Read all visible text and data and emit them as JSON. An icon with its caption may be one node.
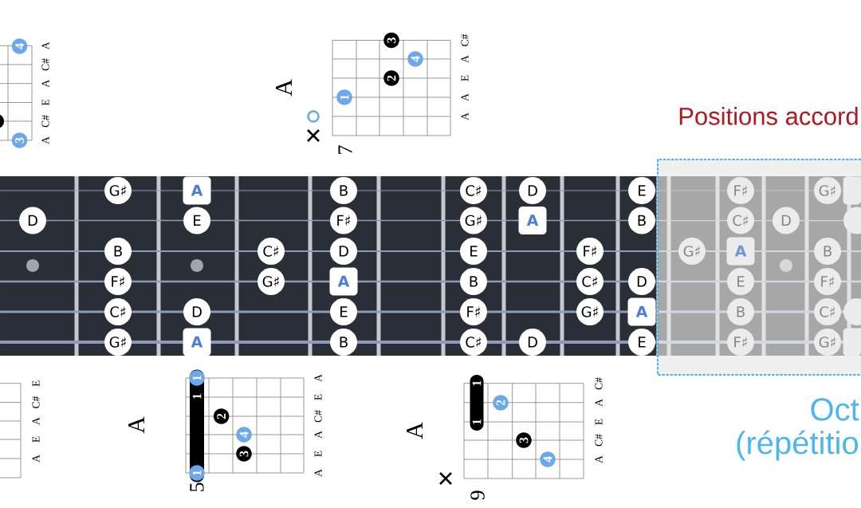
{
  "diagram": {
    "title": "Positions accord",
    "nodes": [
      {
        "text": [
          "4"
        ]
      },
      {
        "text": [],
        "shape": "circle"
      },
      {
        "text": [
          "3"
        ]
      },
      {
        "text": [
          "3"
        ]
      },
      {
        "text": [
          "4"
        ]
      },
      {
        "text": [
          "2"
        ]
      },
      {
        "text": [
          "1"
        ]
      },
      {
        "text": [
          "G♯"
        ]
      },
      {
        "text": [
          "A"
        ]
      },
      {
        "text": [
          "B"
        ]
      },
      {
        "text": [
          "C♯"
        ]
      },
      {
        "text": [
          "D"
        ]
      },
      {
        "text": [
          "E"
        ]
      },
      {
        "text": [
          "D"
        ]
      },
      {
        "text": [
          "E"
        ]
      },
      {
        "text": [
          "F♯"
        ]
      },
      {
        "text": [
          "G♯"
        ]
      },
      {
        "text": [
          "A"
        ]
      },
      {
        "text": [
          "B"
        ]
      },
      {
        "text": [
          "B"
        ]
      },
      {
        "text": [
          "C♯"
        ]
      },
      {
        "text": [
          "D"
        ]
      },
      {
        "text": [
          "E"
        ]
      },
      {
        "text": [
          "F♯"
        ]
      },
      {
        "text": [
          "F♯"
        ]
      },
      {
        "text": [
          "G♯"
        ]
      },
      {
        "text": [
          "A"
        ]
      },
      {
        "text": [
          "B"
        ]
      },
      {
        "text": [
          "C♯"
        ]
      },
      {
        "text": [
          "D"
        ]
      },
      {
        "text": [
          "C♯"
        ]
      },
      {
        "text": [
          "D"
        ]
      },
      {
        "text": [
          "E"
        ]
      },
      {
        "text": [
          "F♯"
        ]
      },
      {
        "text": [
          "G♯"
        ]
      },
      {
        "text": [
          "A"
        ]
      },
      {
        "text": [
          "G♯"
        ]
      },
      {
        "text": [
          "A"
        ]
      },
      {
        "text": [
          "B"
        ]
      },
      {
        "text": [
          "C♯"
        ]
      },
      {
        "text": [
          "D"
        ]
      },
      {
        "text": [
          "E"
        ]
      },
      {
        "text": [
          "Oct (répétitio"
        ]
      },
      {
        "text": [
          "F♯"
        ],
        "in": 42
      },
      {
        "text": [
          "G♯"
        ],
        "in": 42
      },
      {
        "text": [],
        "shape": "box",
        "in": 42
      },
      {
        "text": [
          "C♯"
        ],
        "in": 42
      },
      {
        "text": [
          "D"
        ],
        "in": 42
      },
      {
        "text": [],
        "shape": "circle",
        "in": 42
      },
      {
        "text": [
          "G♯"
        ],
        "in": 42
      },
      {
        "text": [
          "A"
        ],
        "in": 42
      },
      {
        "text": [
          "B"
        ],
        "in": 42
      },
      {
        "text": [
          "E"
        ],
        "in": 42
      },
      {
        "text": [
          "F♯"
        ],
        "in": 42
      },
      {
        "text": [
          "B"
        ],
        "in": 42
      },
      {
        "text": [
          "C♯"
        ],
        "in": 42
      },
      {
        "text": [],
        "shape": "circle",
        "in": 42
      },
      {
        "text": [
          "F♯"
        ],
        "in": 42
      },
      {
        "text": [
          "G♯"
        ],
        "in": 42
      },
      {
        "text": [],
        "shape": "box",
        "in": 42
      },
      {
        "text": [
          "1"
        ]
      },
      {
        "text": [
          "1"
        ],
        "in": 60
      },
      {
        "text": [
          "1"
        ],
        "in": 60
      },
      {
        "text": [
          "2"
        ]
      },
      {
        "text": [
          "4"
        ]
      },
      {
        "text": [
          "3"
        ]
      },
      {
        "text": [
          "1",
          "1"
        ]
      },
      {
        "text": [
          "2"
        ]
      },
      {
        "text": [
          "3"
        ]
      },
      {
        "text": [
          "4"
        ]
      }
    ],
    "labels": [
      "A",
      "C#",
      "E",
      "A",
      "C#",
      "A",
      "A",
      "7",
      "A",
      "A",
      "E",
      "A",
      "C#",
      "A",
      "E",
      "A",
      "C#",
      "E",
      "A",
      "5",
      "A",
      "E",
      "A",
      "C#",
      "E",
      "A",
      "A",
      "9",
      "A",
      "C#",
      "E",
      "A",
      "C#"
    ]
  }
}
